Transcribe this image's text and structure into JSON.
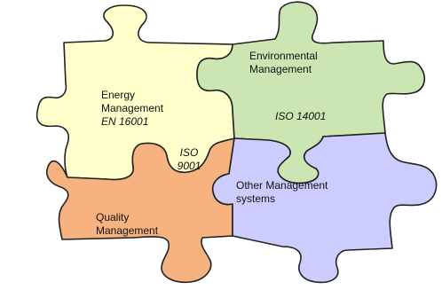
{
  "pieces": {
    "energy": {
      "title_line1": "Energy",
      "title_line2": "Management",
      "standard": "EN 16001",
      "color": "#ffffcc"
    },
    "environmental": {
      "title_line1": "Environmental",
      "title_line2": "Management",
      "standard": "ISO 14001",
      "color": "#cce6b3"
    },
    "quality": {
      "title_line1": "Quality",
      "title_line2": "Management",
      "standard_line1": "ISO",
      "standard_line2": "9001",
      "color": "#f7b37f"
    },
    "other": {
      "title_line1": "Other Management",
      "title_line2": "systems",
      "color": "#ccccff"
    }
  }
}
